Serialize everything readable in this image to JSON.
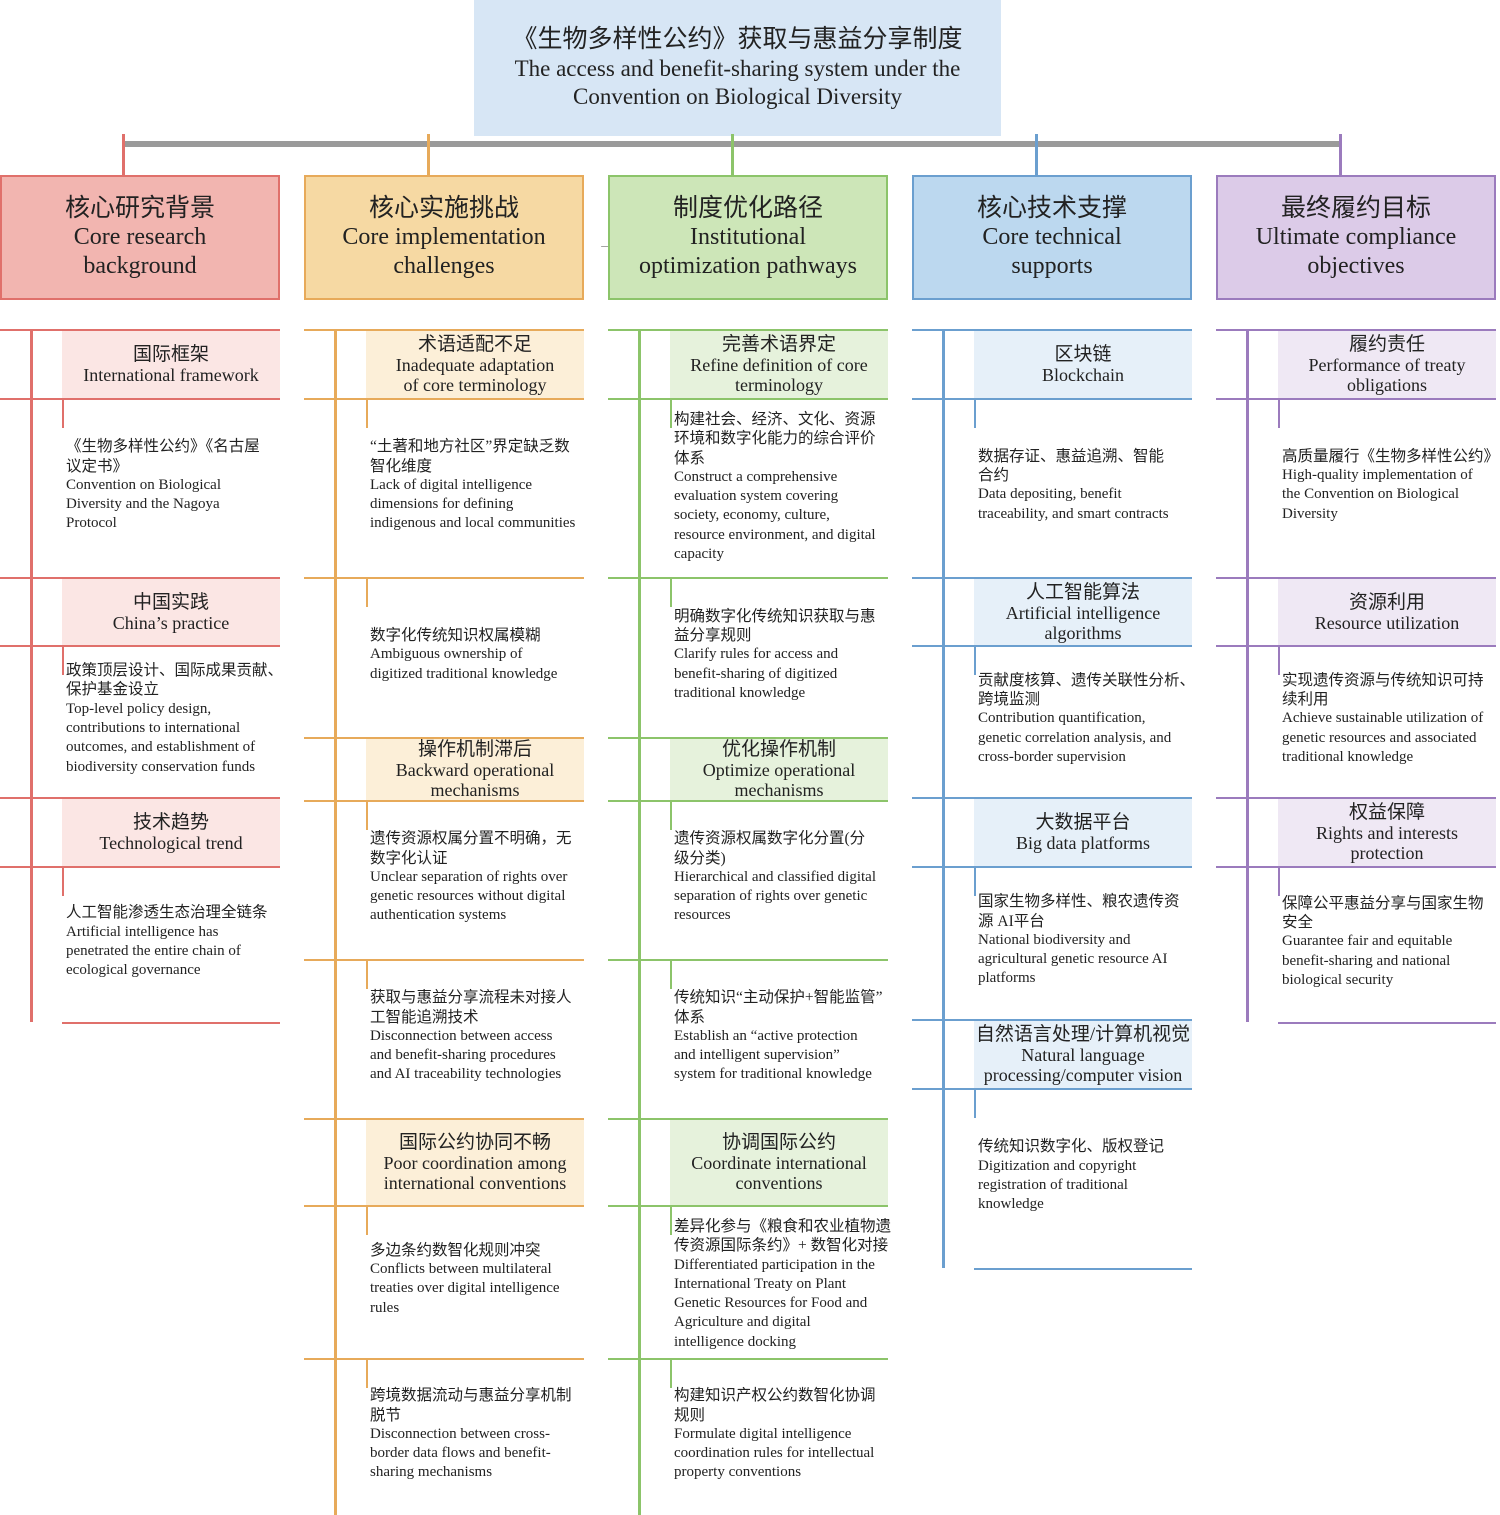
{
  "root": {
    "title_zh": "《生物多样性公约》获取与惠益分享制度",
    "title_en_lines": [
      "The access and benefit-sharing system under the",
      "Convention on Biological Diversity"
    ]
  },
  "colors": {
    "red": "#e0706b",
    "orange": "#e7aa5a",
    "green": "#8cc46a",
    "blue": "#6b9fcf",
    "purple": "#9b7bbd",
    "connector": "#9a9a9a",
    "root_bg": "#d7e6f5"
  },
  "columns": [
    {
      "id": "red",
      "accent": "#e0706b",
      "header_bg": "#f2b5b0",
      "section_bg": "#fbe6e4",
      "title_zh": "核心研究背景",
      "title_en_lines": [
        "Core research",
        "background"
      ],
      "sections": [
        {
          "zh": "国际框架",
          "en_lines": [
            "International framework"
          ],
          "items": [
            {
              "lines_zh": [
                "《生物多样性公约》《名古屋",
                "议定书》"
              ],
              "lines_en": [
                "Convention on Biological",
                "Diversity and the Nagoya",
                "Protocol"
              ]
            }
          ]
        },
        {
          "zh": "中国实践",
          "en_lines": [
            "China’s practice"
          ],
          "items": [
            {
              "lines_zh": [
                "政策顶层设计、国际成果贡献、",
                "保护基金设立"
              ],
              "lines_en": [
                "Top-level policy design,",
                "contributions to international",
                "outcomes, and establishment of",
                "biodiversity conservation funds"
              ]
            }
          ]
        },
        {
          "zh": "技术趋势",
          "en_lines": [
            "Technological trend"
          ],
          "items": [
            {
              "lines_zh": [
                "人工智能渗透生态治理全链条"
              ],
              "lines_en": [
                "Artificial intelligence has",
                "penetrated the entire chain of",
                "ecological governance"
              ]
            }
          ]
        }
      ]
    },
    {
      "id": "orange",
      "accent": "#e7aa5a",
      "header_bg": "#f6d9a3",
      "section_bg": "#fcefd8",
      "title_zh": "核心实施挑战",
      "title_en_lines": [
        "Core implementation",
        "challenges"
      ],
      "sections": [
        {
          "zh": "术语适配不足",
          "en_lines": [
            "Inadequate adaptation",
            "of core terminology"
          ],
          "items": [
            {
              "lines_zh": [
                "“土著和地方社区”界定缺乏数",
                "智化维度"
              ],
              "lines_en": [
                "Lack of digital intelligence",
                "dimensions for defining",
                "indigenous and local communities"
              ]
            },
            {
              "lines_zh": [
                "数字化传统知识权属模糊"
              ],
              "lines_en": [
                "Ambiguous ownership of",
                "digitized traditional knowledge"
              ]
            }
          ]
        },
        {
          "zh": "操作机制滞后",
          "en_lines": [
            "Backward operational",
            "mechanisms"
          ],
          "items": [
            {
              "lines_zh": [
                "遗传资源权属分置不明确，无",
                "数字化认证"
              ],
              "lines_en": [
                "Unclear separation of rights over",
                "genetic resources without digital",
                "authentication systems"
              ]
            },
            {
              "lines_zh": [
                "获取与惠益分享流程未对接人",
                "工智能追溯技术"
              ],
              "lines_en": [
                "Disconnection between access",
                "and benefit-sharing procedures",
                "and AI traceability technologies"
              ]
            }
          ]
        },
        {
          "zh": "国际公约协同不畅",
          "en_lines": [
            "Poor coordination among",
            "international conventions"
          ],
          "items": [
            {
              "lines_zh": [
                "多边条约数智化规则冲突"
              ],
              "lines_en": [
                "Conflicts between multilateral",
                "treaties over digital intelligence",
                "rules"
              ]
            },
            {
              "lines_zh": [
                "跨境数据流动与惠益分享机制",
                "脱节"
              ],
              "lines_en": [
                "Disconnection between cross-",
                "border data flows and benefit-",
                "sharing mechanisms"
              ]
            }
          ]
        }
      ]
    },
    {
      "id": "green",
      "accent": "#8cc46a",
      "header_bg": "#cde6b8",
      "section_bg": "#e6f2dc",
      "title_zh": "制度优化路径",
      "title_en_lines": [
        "Institutional",
        "optimization pathways"
      ],
      "sections": [
        {
          "zh": "完善术语界定",
          "en_lines": [
            "Refine definition of core",
            "terminology"
          ],
          "items": [
            {
              "lines_zh": [
                "构建社会、经济、文化、资源",
                "环境和数字化能力的综合评价",
                "体系"
              ],
              "lines_en": [
                "Construct a comprehensive",
                "evaluation system covering",
                "society, economy, culture,",
                "resource environment, and digital",
                "capacity"
              ]
            },
            {
              "lines_zh": [
                "明确数字化传统知识获取与惠",
                "益分享规则"
              ],
              "lines_en": [
                "Clarify rules for access and",
                "benefit-sharing of digitized",
                "traditional knowledge"
              ]
            }
          ]
        },
        {
          "zh": "优化操作机制",
          "en_lines": [
            "Optimize operational",
            "mechanisms"
          ],
          "items": [
            {
              "lines_zh": [
                "遗传资源权属数字化分置(分",
                "级分类)"
              ],
              "lines_en": [
                "Hierarchical and classified digital",
                "separation of rights over genetic",
                "resources"
              ]
            },
            {
              "lines_zh": [
                "传统知识“主动保护+智能监管”",
                "体系"
              ],
              "lines_en": [
                "Establish an “active protection",
                "and intelligent supervision”",
                "system for traditional knowledge"
              ]
            }
          ]
        },
        {
          "zh": "协调国际公约",
          "en_lines": [
            "Coordinate international",
            "conventions"
          ],
          "items": [
            {
              "lines_zh": [
                "差异化参与《粮食和农业植物遗",
                "传资源国际条约》+ 数智化对接"
              ],
              "lines_en": [
                "Differentiated participation in the",
                "International Treaty on Plant",
                "Genetic Resources for Food and",
                "Agriculture and digital",
                "intelligence docking"
              ]
            },
            {
              "lines_zh": [
                "构建知识产权公约数智化协调",
                "规则"
              ],
              "lines_en": [
                "Formulate digital intelligence",
                "coordination rules for intellectual",
                "property conventions"
              ]
            }
          ]
        }
      ]
    },
    {
      "id": "blue",
      "accent": "#6b9fcf",
      "header_bg": "#bcd8ef",
      "section_bg": "#e6f0f9",
      "title_zh": "核心技术支撑",
      "title_en_lines": [
        "Core technical",
        "supports"
      ],
      "sections": [
        {
          "zh": "区块链",
          "en_lines": [
            "Blockchain"
          ],
          "items": [
            {
              "lines_zh": [
                "数据存证、惠益追溯、智能",
                "合约"
              ],
              "lines_en": [
                "Data depositing, benefit",
                "traceability, and smart contracts"
              ]
            }
          ]
        },
        {
          "zh": "人工智能算法",
          "en_lines": [
            "Artificial intelligence",
            "algorithms"
          ],
          "items": [
            {
              "lines_zh": [
                "贡献度核算、遗传关联性分析、",
                "跨境监测"
              ],
              "lines_en": [
                "Contribution quantification,",
                "genetic correlation analysis, and",
                "cross-border supervision"
              ]
            }
          ]
        },
        {
          "zh": "大数据平台",
          "en_lines": [
            "Big data platforms"
          ],
          "items": [
            {
              "lines_zh": [
                "国家生物多样性、粮农遗传资",
                "源 AI平台"
              ],
              "lines_en": [
                "National biodiversity and",
                "agricultural genetic resource AI",
                "platforms"
              ]
            }
          ]
        },
        {
          "zh": "自然语言处理/计算机视觉",
          "en_lines": [
            "Natural language",
            "processing/computer vision"
          ],
          "items": [
            {
              "lines_zh": [
                "传统知识数字化、版权登记"
              ],
              "lines_en": [
                "Digitization and copyright",
                "registration of traditional",
                "knowledge"
              ]
            }
          ]
        }
      ]
    },
    {
      "id": "purple",
      "accent": "#9b7bbd",
      "header_bg": "#dccbe8",
      "section_bg": "#efe8f4",
      "title_zh": "最终履约目标",
      "title_en_lines": [
        "Ultimate compliance",
        "objectives"
      ],
      "sections": [
        {
          "zh": "履约责任",
          "en_lines": [
            "Performance of treaty",
            "obligations"
          ],
          "items": [
            {
              "lines_zh": [
                "高质量履行《生物多样性公约》"
              ],
              "lines_en": [
                "High-quality implementation of",
                "the Convention on Biological",
                "Diversity"
              ]
            }
          ]
        },
        {
          "zh": "资源利用",
          "en_lines": [
            "Resource utilization"
          ],
          "items": [
            {
              "lines_zh": [
                "实现遗传资源与传统知识可持",
                "续利用"
              ],
              "lines_en": [
                "Achieve sustainable utilization of",
                "genetic resources and associated",
                "traditional knowledge"
              ]
            }
          ]
        },
        {
          "zh": "权益保障",
          "en_lines": [
            "Rights and interests",
            "protection"
          ],
          "items": [
            {
              "lines_zh": [
                "保障公平惠益分享与国家生物",
                "安全"
              ],
              "lines_en": [
                "Guarantee fair and equitable",
                "benefit-sharing and national",
                "biological security"
              ]
            }
          ]
        }
      ]
    }
  ]
}
